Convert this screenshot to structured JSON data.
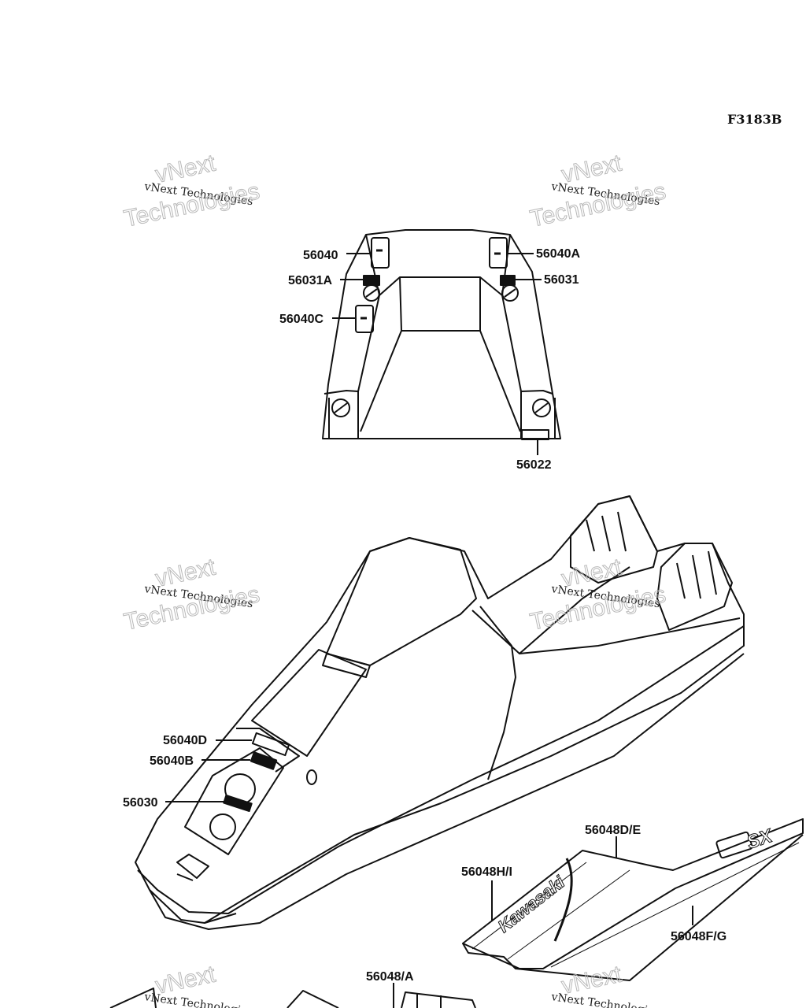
{
  "figure_code": "F3183B",
  "watermark": {
    "line1": "vNext Technologies",
    "outline_top": "vNext",
    "outline_bottom": "Technologies"
  },
  "parts": {
    "p56040": "56040",
    "p56040A": "56040A",
    "p56031A": "56031A",
    "p56031": "56031",
    "p56040C": "56040C",
    "p56022": "56022",
    "p56040D": "56040D",
    "p56040B": "56040B",
    "p56030": "56030",
    "p56048DE": "56048D/E",
    "p56048HI": "56048H/I",
    "p56048FG": "56048F/G",
    "p56048A": "56048/A"
  },
  "decal": {
    "brand": "Kawasaki",
    "model": "SX"
  }
}
